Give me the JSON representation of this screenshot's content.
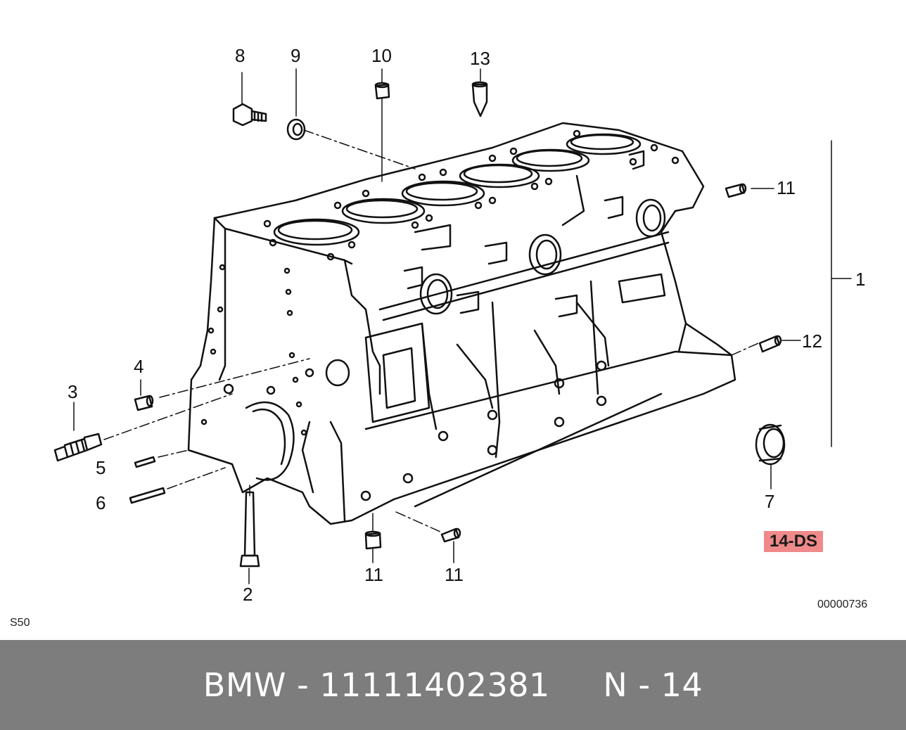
{
  "diagram": {
    "callouts": {
      "c1": "1",
      "c2": "2",
      "c3": "3",
      "c4": "4",
      "c5": "5",
      "c6": "6",
      "c7": "7",
      "c8": "8",
      "c9": "9",
      "c10": "10",
      "c11a": "11",
      "c11b": "11",
      "c11c": "11",
      "c12": "12",
      "c13": "13"
    },
    "highlight_tag": "14-DS",
    "highlight_color": "#f08a8a",
    "drawing_number": "00000736",
    "series_code": "S50"
  },
  "footer": {
    "brand": "BMW",
    "separator": " - ",
    "part_number": "11111402381",
    "position_label": "N",
    "position_number": "14",
    "background": "#7d7d7d"
  }
}
